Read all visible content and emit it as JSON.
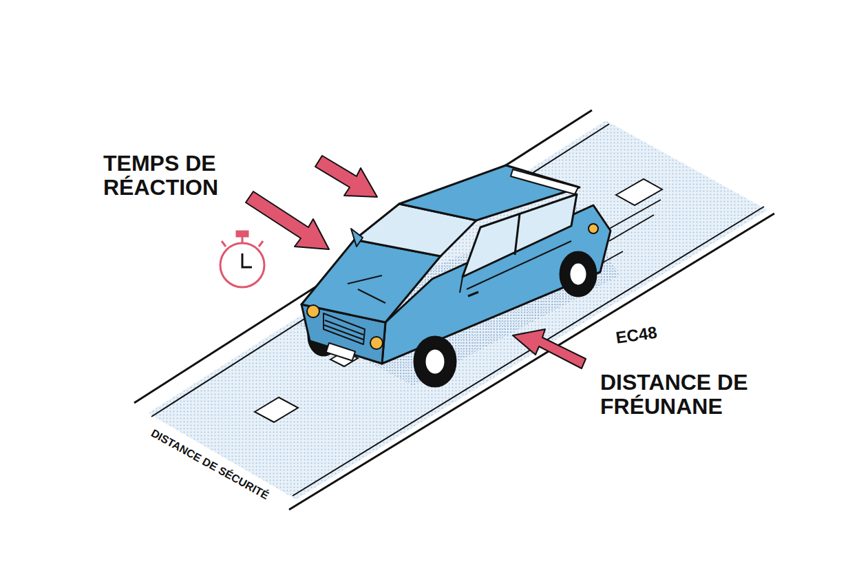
{
  "diagram": {
    "labels": [
      "TEMPS DE RÉACTION",
      "EC48",
      "DISTANCE DE FRÉUNANE",
      "DISTANCE DE SÉCURITÉ"
    ]
  }
}
